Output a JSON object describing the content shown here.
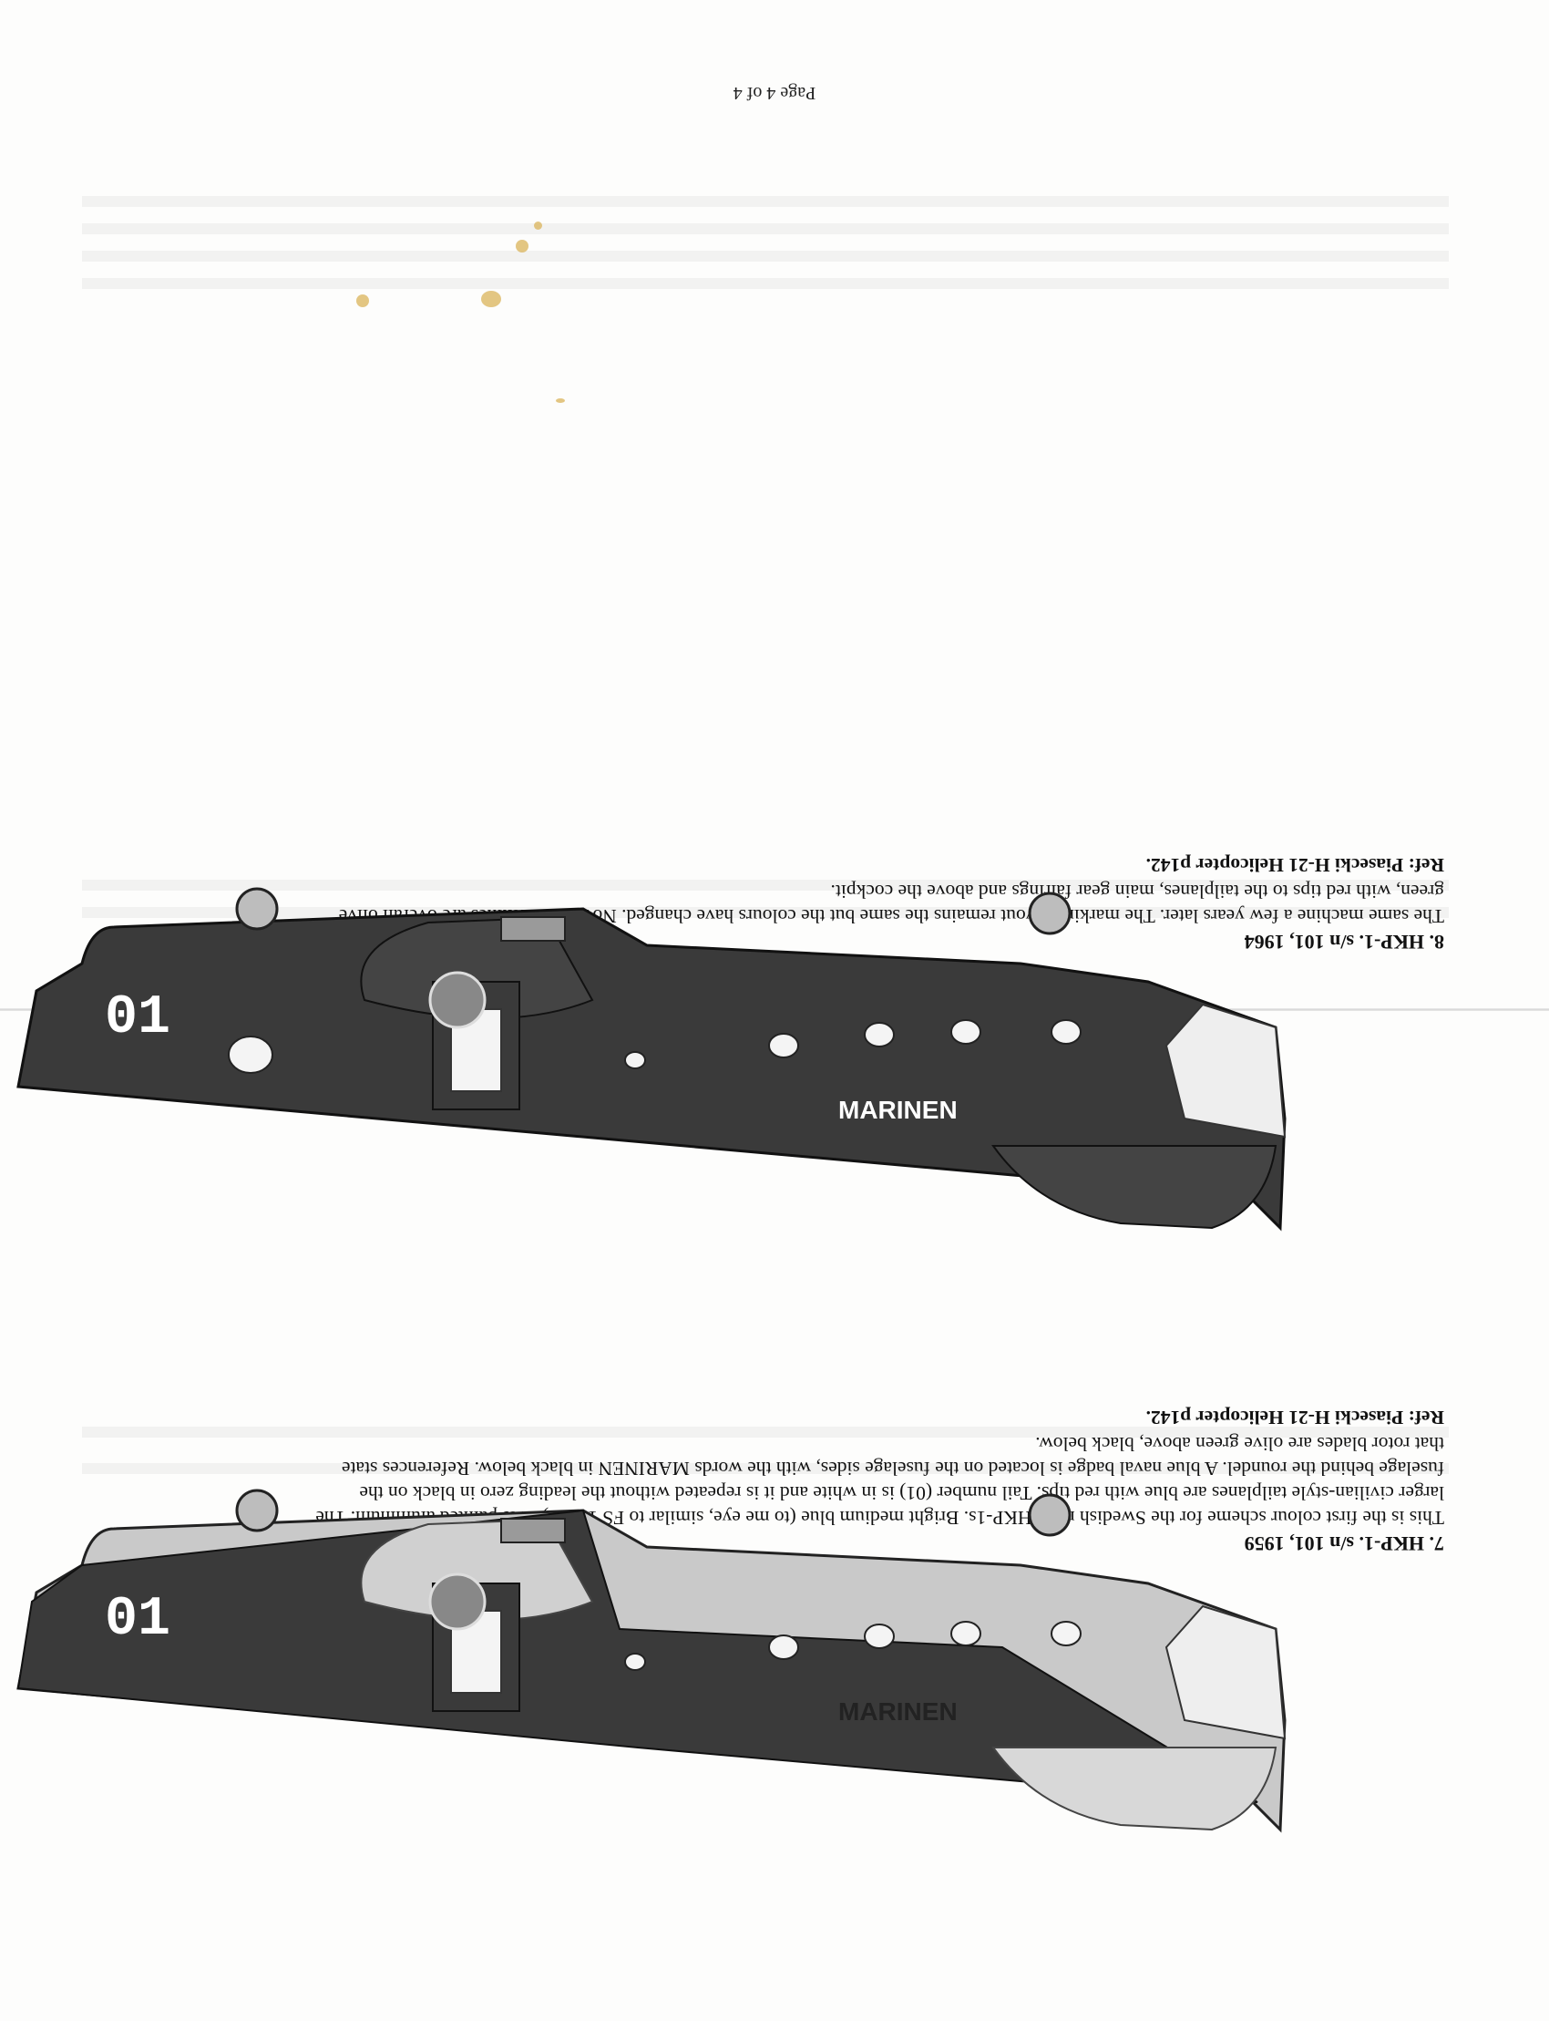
{
  "sections": [
    {
      "heading": "7. HKP-1.  s/n 101, 1959",
      "text": "This is the first colour scheme for the Swedish navy HKP-1s. Bright medium blue (to me eye, similar to FS 15180) over painted aluminum. The larger civilian-style tailplanes are blue with red tips. Tail number (01) is in white and it is repeated without the leading zero in black on the fuselage behind the roundel. A blue naval badge is located on the fuselage sides, with the words MARINEN in black below. References state that rotor blades are olive green above, black below.",
      "ref": "Ref: Piasecki H-21 Helicopter p142."
    },
    {
      "heading": "8. HKP-1.  s/n 101, 1964",
      "text": "The same machine a few years later. The marking layout remains the same but the colours have changed. Now the machines are overall olive green, with red tips to the tailplanes, main gear fairings and above the cockpit.",
      "ref": "Ref: Piasecki H-21 Helicopter p142."
    }
  ],
  "profiles": [
    {
      "tail_number": "01",
      "fuselage_text": "MARINEN",
      "upper_color": "#c9c9c9",
      "lower_color": "#3a3a3a"
    },
    {
      "tail_number": "01",
      "fuselage_text": "MARINEN",
      "upper_color": "#3a3a3a",
      "lower_color": "#3a3a3a"
    }
  ],
  "page_number": "Page 4 of 4"
}
